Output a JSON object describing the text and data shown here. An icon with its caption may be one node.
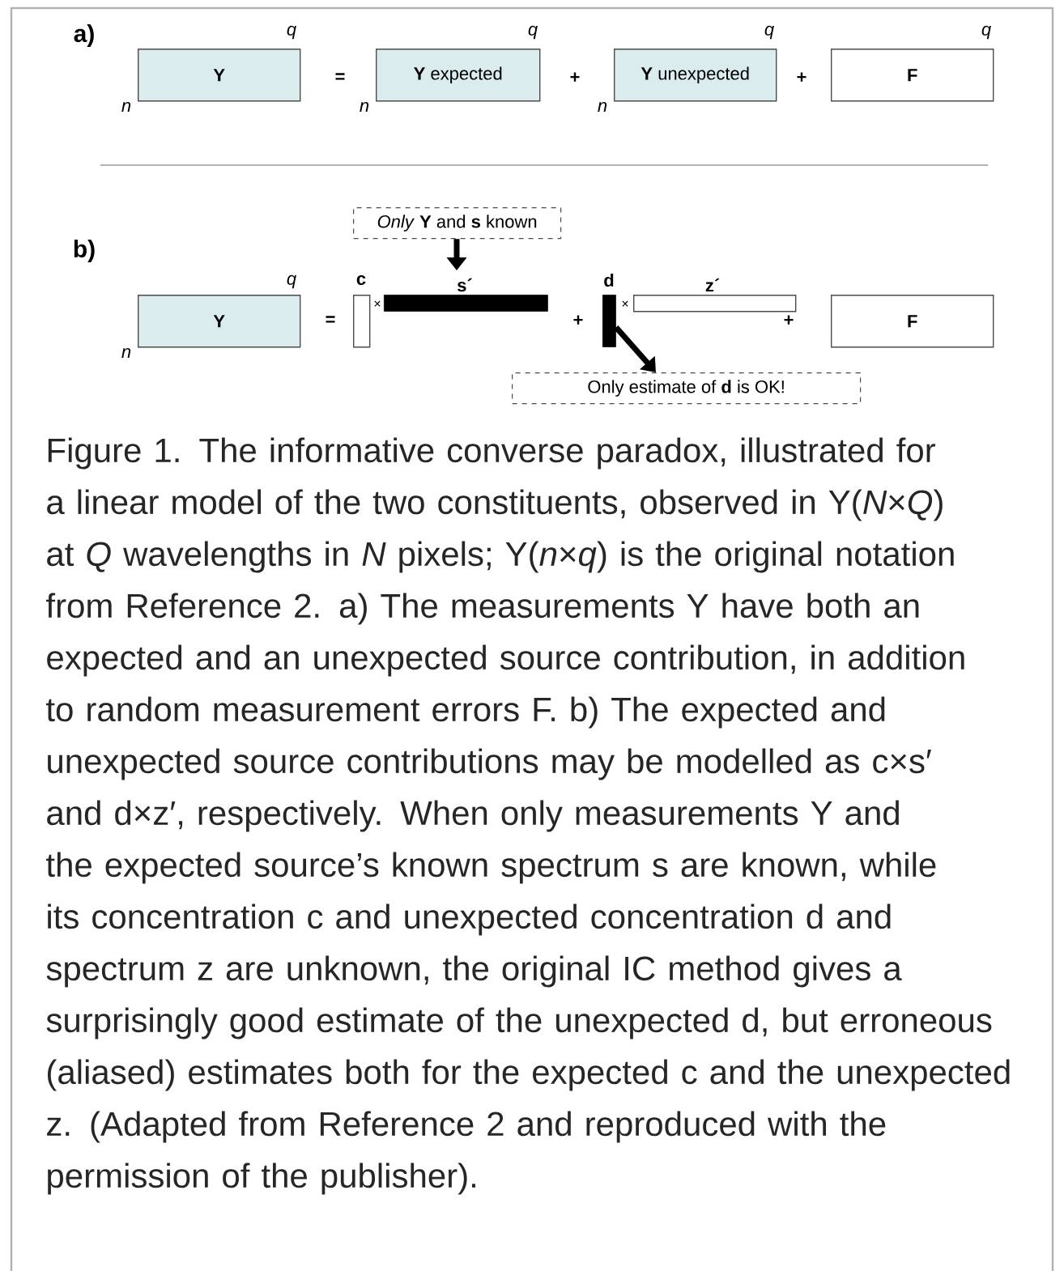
{
  "diagram": {
    "caption": "Figure 1. The informative converse paradox, illustrated for a linear model of the two constituents, observed in Y(*N*×*Q*) at *Q* wavelengths in *N* pixels; Y(*n*×*q*) is the original notation from Reference 2. a) The measurements Y have both an expected and an unexpected source contribution, in addition to random measurement errors F. b) The expected and unexpected source contributions may be modelled as c×s′ and d×z′, respectively. When only measurements Y and the expected source’s known spectrum s are known, while its concentration c and unexpected concentration d and spectrum z are unknown, the original IC method gives a surprisingly good estimate of the unexpected d, but erroneous (aliased) estimates both for the expected c and the unexpected z. (Adapted from Reference 2 and reproduced with the permission of the publisher).",
    "nodes": [
      {
        "text": [
          "Y"
        ],
        "beside": [
          "q",
          "n"
        ]
      },
      {
        "text": [
          "**Y** expected"
        ],
        "beside": [
          "q",
          "n"
        ]
      },
      {
        "text": [
          "**Y** unexpected"
        ],
        "beside": [
          "q",
          "n"
        ]
      },
      {
        "text": [
          "F"
        ],
        "beside": [
          "q"
        ]
      },
      {
        "text": [
          "*Only* **Y** and **s** known"
        ]
      },
      {
        "text": [
          "Y"
        ],
        "beside": [
          "q",
          "n"
        ]
      },
      {
        "text": [],
        "shape": "bar",
        "beside": [
          "c"
        ]
      },
      {
        "text": [],
        "shape": "bar",
        "beside": [
          "s´"
        ]
      },
      {
        "text": [],
        "shape": "bar",
        "beside": [
          "d"
        ]
      },
      {
        "text": [],
        "shape": "bar",
        "beside": [
          "z´"
        ]
      },
      {
        "text": [
          "F"
        ]
      },
      {
        "text": [
          "Only estimate of **d** is OK!"
        ]
      }
    ],
    "edges": [
      {
        "from": 4,
        "to": 7,
        "arrow": "to"
      },
      {
        "from": 8,
        "to": 11,
        "arrow": "to"
      }
    ],
    "labels": [
      "a)",
      "=",
      "+",
      "+",
      "b)",
      "=",
      "×",
      "+",
      "×",
      "+"
    ]
  }
}
